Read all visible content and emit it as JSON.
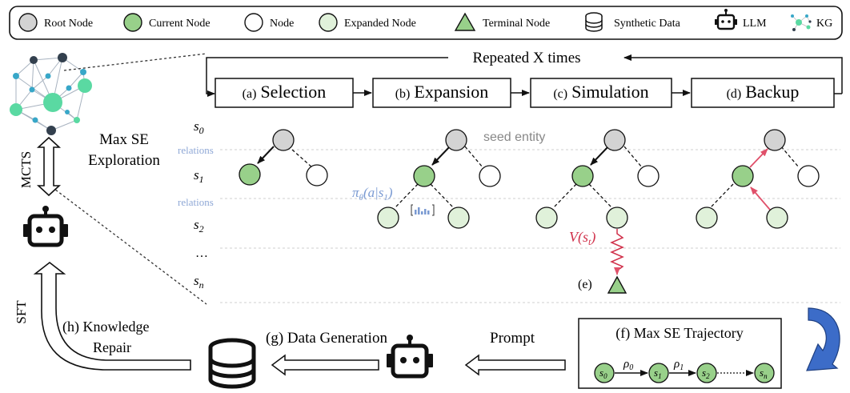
{
  "legend": [
    {
      "key": "root",
      "label": "Root Node",
      "icon": "root-node-icon"
    },
    {
      "key": "current",
      "label": "Current Node",
      "icon": "current-node-icon"
    },
    {
      "key": "node",
      "label": "Node",
      "icon": "node-icon"
    },
    {
      "key": "expanded",
      "label": "Expanded Node",
      "icon": "expanded-node-icon"
    },
    {
      "key": "terminal",
      "label": "Terminal Node",
      "icon": "terminal-node-icon"
    },
    {
      "key": "synthetic",
      "label": "Synthetic Data",
      "icon": "database-icon"
    },
    {
      "key": "llm",
      "label": "LLM",
      "icon": "robot-icon"
    },
    {
      "key": "kg",
      "label": "KG",
      "icon": "knowledge-graph-icon"
    }
  ],
  "loop_label": "Repeated X times",
  "stages": [
    {
      "prefix": "(a)",
      "name": "Selection"
    },
    {
      "prefix": "(b)",
      "name": "Expansion"
    },
    {
      "prefix": "(c)",
      "name": "Simulation"
    },
    {
      "prefix": "(d)",
      "name": "Backup"
    }
  ],
  "levels": {
    "s0": {
      "base": "s",
      "sub": "0"
    },
    "relations1": "relations",
    "s1": {
      "base": "s",
      "sub": "1"
    },
    "relations2": "relations",
    "s2": {
      "base": "s",
      "sub": "2"
    },
    "dots": "…",
    "sn": {
      "base": "s",
      "sub": "n"
    }
  },
  "annotations": {
    "seed_entity": "seed entity",
    "policy": "πθ(a|s1)",
    "value": "V(st)",
    "terminal_tag": "(e)"
  },
  "left_panel": {
    "max_se_line1": "Max SE",
    "max_se_line2": "Exploration",
    "mcts": "MCTS",
    "sft": "SFT",
    "knowledge_repair_line1": "(h) Knowledge",
    "knowledge_repair_line2": "Repair"
  },
  "bottom": {
    "data_generation": "(g) Data Generation",
    "prompt": "Prompt",
    "trajectory_title": "(f) Max SE Trajectory",
    "trajectory_nodes": [
      "s0",
      "s1",
      "s2",
      "sn"
    ],
    "trajectory_edges": [
      "ρ0",
      "ρ1"
    ]
  },
  "colors": {
    "root": "#d3d3d3",
    "current": "#98d08a",
    "expanded": "#e0f1da",
    "node": "#ffffff",
    "relations_text": "#8fa8d6",
    "policy_text": "#7a9ad2",
    "value_text": "#d0304a",
    "backup_arrow": "#e0506a",
    "curved_arrow": "#3c6cc8",
    "kg_big": "#5ad9a2",
    "kg_small": "#38a7c8",
    "kg_dark": "#33404e"
  }
}
